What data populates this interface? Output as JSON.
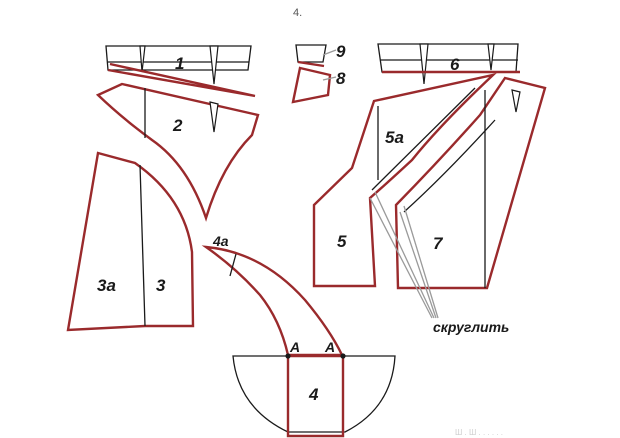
{
  "figure_number": "4.",
  "labels": {
    "p1": "1",
    "p2": "2",
    "p3": "3",
    "p3a": "3a",
    "p4": "4",
    "p4a": "4a",
    "p5": "5",
    "p5a": "5a",
    "p6": "6",
    "p7": "7",
    "p8": "8",
    "p9": "9",
    "pointA_left": "A",
    "pointA_right": "A",
    "round_note": "скруглить"
  },
  "watermark": "Ш . Ш . . . . . ."
}
